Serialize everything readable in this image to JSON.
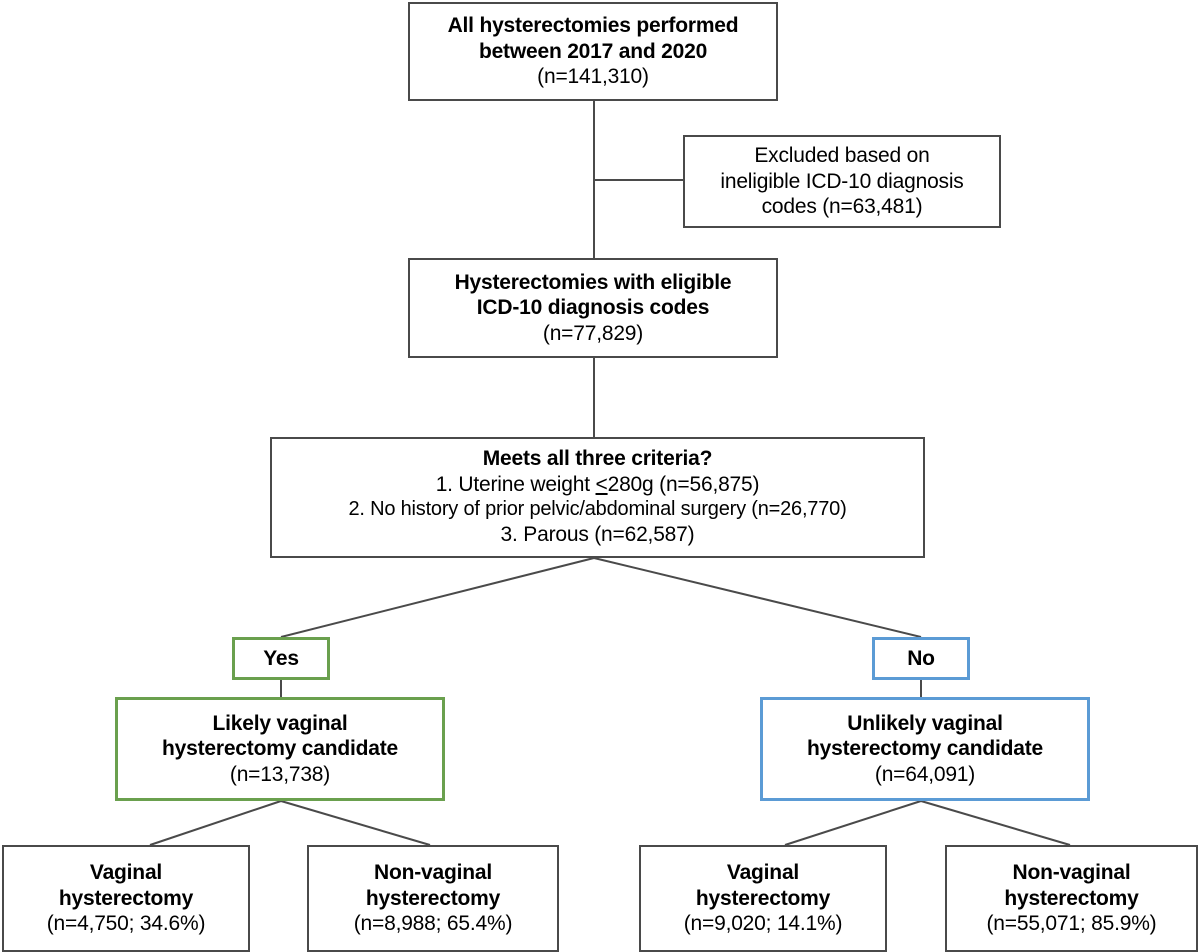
{
  "figure": {
    "type": "flowchart",
    "title": "Hysterectomy cohort selection flow diagram",
    "colors": {
      "box_border": "#4a4a4a",
      "connector": "#4a4a4a",
      "yes_branch": "#6aa04e",
      "no_branch": "#5b9bd5",
      "background": "#ffffff",
      "text": "#000000"
    }
  },
  "nodes": {
    "all_hysterectomies": {
      "line1": "All hysterectomies performed",
      "line2": "between 2017 and 2020",
      "count": "(n=141,310)"
    },
    "excluded": {
      "line1": "Excluded based on",
      "line2": "ineligible ICD-10 diagnosis",
      "line3": "codes (n=63,481)"
    },
    "eligible": {
      "line1": "Hysterectomies with eligible",
      "line2": "ICD-10 diagnosis codes",
      "count": "(n=77,829)"
    },
    "criteria": {
      "header": "Meets all three criteria?",
      "item1_prefix": "1. Uterine weight ",
      "item1_symbol": "<",
      "item1_suffix": "280g (n=56,875)",
      "item2": "2. No history of prior pelvic/abdominal surgery (n=26,770)",
      "item3": "3. Parous (n=62,587)"
    },
    "yes_label": "Yes",
    "no_label": "No",
    "likely_candidate": {
      "line1": "Likely vaginal",
      "line2": "hysterectomy candidate",
      "count": "(n=13,738)"
    },
    "unlikely_candidate": {
      "line1": "Unlikely vaginal",
      "line2": "hysterectomy candidate",
      "count": "(n=64,091)"
    },
    "vaginal_left": {
      "line1": "Vaginal",
      "line2": "hysterectomy",
      "count": "(n=4,750; 34.6%)"
    },
    "nonvaginal_left": {
      "line1": "Non-vaginal",
      "line2": "hysterectomy",
      "count": "(n=8,988; 65.4%)"
    },
    "vaginal_right": {
      "line1": "Vaginal",
      "line2": "hysterectomy",
      "count": "(n=9,020; 14.1%)"
    },
    "nonvaginal_right": {
      "line1": "Non-vaginal",
      "line2": "hysterectomy",
      "count": "(n=55,071; 85.9%)"
    }
  }
}
